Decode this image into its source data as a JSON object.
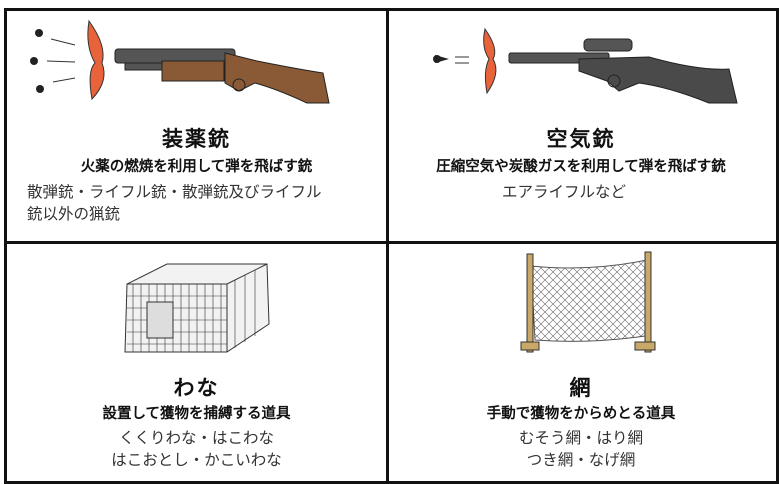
{
  "panels": [
    {
      "title": "装薬銃",
      "subtitle": "火薬の燃焼を利用して弾を飛ばす銃",
      "desc": [
        "散弾銃・ライフル銃・散弾銃及びライフル",
        "銃以外の猟銃"
      ]
    },
    {
      "title": "空気銃",
      "subtitle": "圧縮空気や炭酸ガスを利用して弾を飛ばす銃",
      "desc": [
        "エアライフルなど"
      ]
    },
    {
      "title": "わな",
      "subtitle": "設置して獲物を捕縛する道具",
      "desc": [
        "くくりわな・はこわな",
        "はこおとし・かこいわな"
      ]
    },
    {
      "title": "網",
      "subtitle": "手動で獲物をからめとる道具",
      "desc": [
        "むそう網・はり網",
        "つき網・なげ網"
      ]
    }
  ],
  "colors": {
    "flash": "#e8623a",
    "wood": "#8a5a36",
    "metal": "#555555",
    "border": "#111111"
  }
}
